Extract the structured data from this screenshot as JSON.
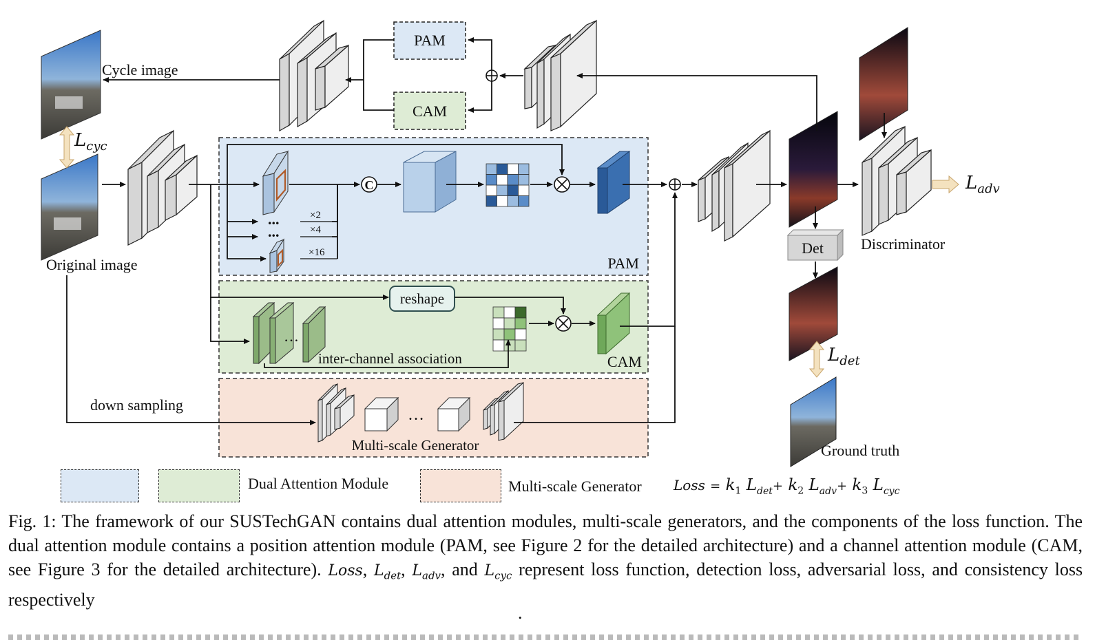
{
  "labels": {
    "cycle_image": "Cycle image",
    "original_image": "Original image",
    "l_cyc": "L",
    "l_cyc_sub": "cyc",
    "pam_top": "PAM",
    "cam_top": "CAM",
    "pam_region": "PAM",
    "cam_region": "CAM",
    "x2": "×2",
    "x4": "×4",
    "x16": "×16",
    "concat": "C",
    "reshape": "reshape",
    "inter_channel": "inter-channel association",
    "down_sampling": "down sampling",
    "multi_scale_generator": "Multi-scale Generator",
    "det": "Det",
    "discriminator": "Discriminator",
    "ground_truth": "Ground truth",
    "l_adv": "L",
    "l_adv_sub": "adv",
    "l_det": "L",
    "l_det_sub": "det",
    "dots": "...",
    "dots2": "…"
  },
  "legend": {
    "dual_attention": "Dual Attention Module",
    "multi_scale": "Multi-scale Generator",
    "loss_word": "Loss",
    "loss_eq": "=",
    "k1": "k",
    "k1_sub": "1",
    "k2": "k",
    "k2_sub": "2",
    "k3": "k",
    "k3_sub": "3",
    "plus": "+"
  },
  "caption": {
    "p1": "Fig. 1: The framework of our SUSTechGAN contains dual attention modules, multi-scale generators, and the components of the loss function. The dual attention module contains a position attention module (PAM, see Figure 2 for the detailed architecture) and a channel attention module (CAM, see Figure 3 for the detailed architecture).",
    "loss": "Loss",
    "sep1": ",",
    "l": "L",
    "det": "det",
    "adv": "adv",
    "cyc": "cyc",
    "and": ", and",
    "p2": "represent loss function, detection loss, adversarial loss, and consistency loss respectively"
  },
  "colors": {
    "pam_bg": "#dce8f5",
    "cam_bg": "#deecd5",
    "gen_bg": "#f8e3d8",
    "block_gray": "#d4d4d4",
    "blue_dark": "#2f66a3",
    "green_dark": "#6fa85a"
  }
}
